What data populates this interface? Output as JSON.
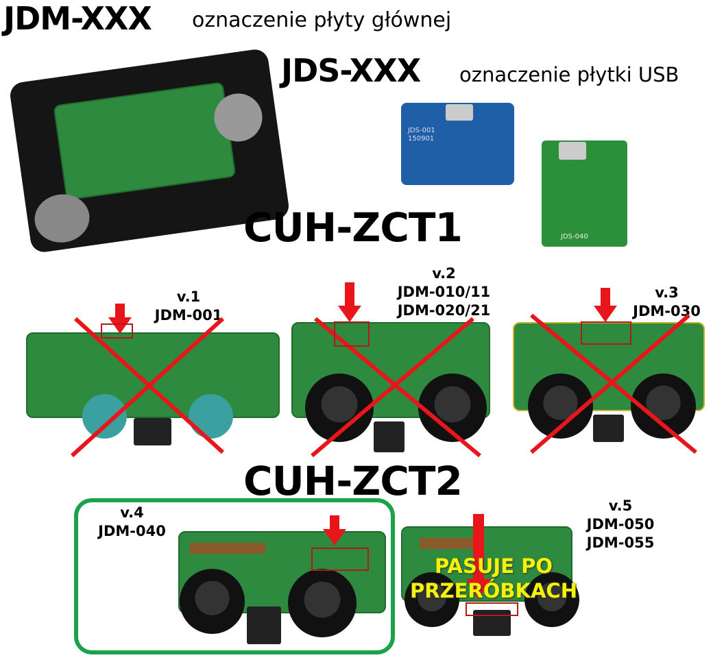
{
  "header": {
    "main_code": "JDM-XXX",
    "main_desc": "oznaczenie płyty głównej",
    "usb_code": "JDS-XXX",
    "usb_desc": "oznaczenie płytki USB"
  },
  "sections": {
    "zct1": "CUH-ZCT1",
    "zct2": "CUH-ZCT2"
  },
  "usb_boards": {
    "blue_label": "JDS-001",
    "blue_num": "150901",
    "green_label": "JDS-040"
  },
  "versions": [
    {
      "ver": "v.1",
      "models": [
        "JDM-001"
      ],
      "status": "incompatible"
    },
    {
      "ver": "v.2",
      "models": [
        "JDM-010/11",
        "JDM-020/21"
      ],
      "status": "incompatible"
    },
    {
      "ver": "v.3",
      "models": [
        "JDM-030"
      ],
      "status": "incompatible"
    },
    {
      "ver": "v.4",
      "models": [
        "JDM-040"
      ],
      "status": "compatible"
    },
    {
      "ver": "v.5",
      "models": [
        "JDM-050",
        "JDM-055"
      ],
      "status": "after-modification"
    }
  ],
  "note": [
    "PASUJE PO",
    "PRZERÓBKACH"
  ],
  "colors": {
    "cross": "#e8161b",
    "ok_frame": "#1aa34a",
    "note": "#f4f20a"
  }
}
